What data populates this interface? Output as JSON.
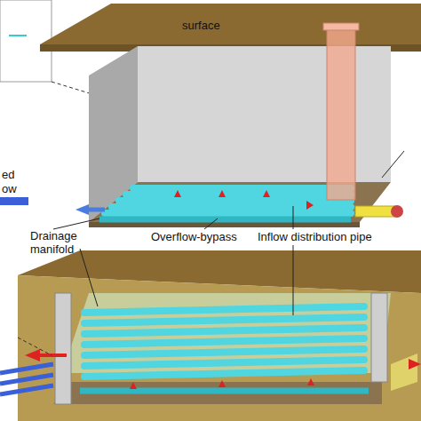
{
  "diagram": {
    "labels": [
      "surface",
      "ed",
      "ow",
      "Drainage manifold",
      "Overflow-bypass",
      "Inflow distribution pipe"
    ]
  }
}
